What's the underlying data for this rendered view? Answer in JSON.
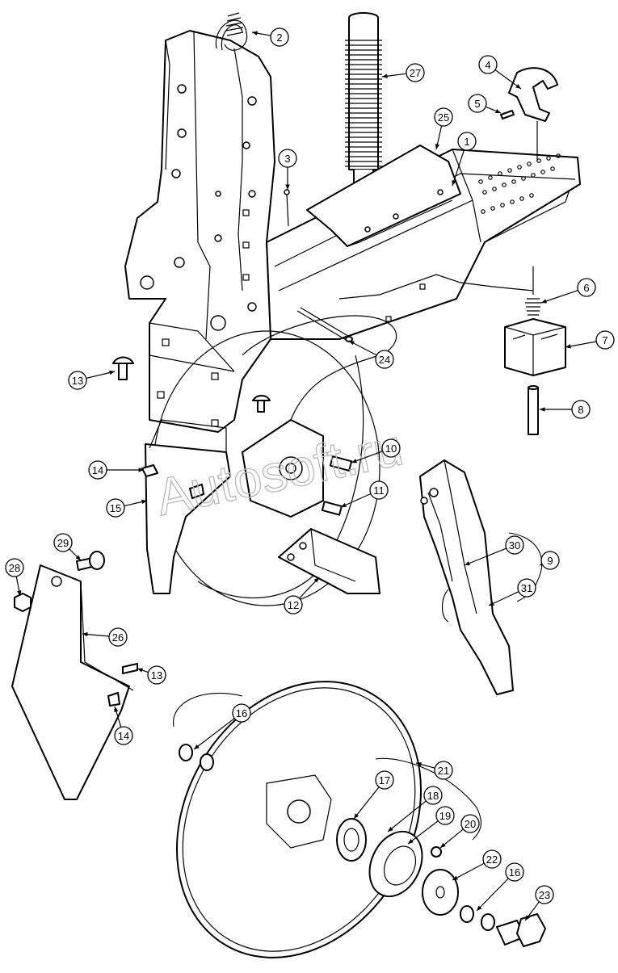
{
  "watermark": "Autosoft.ru",
  "callouts": [
    {
      "id": "1",
      "label": "1"
    },
    {
      "id": "2",
      "label": "2"
    },
    {
      "id": "3",
      "label": "3"
    },
    {
      "id": "4",
      "label": "4"
    },
    {
      "id": "5",
      "label": "5"
    },
    {
      "id": "6",
      "label": "6"
    },
    {
      "id": "7",
      "label": "7"
    },
    {
      "id": "8",
      "label": "8"
    },
    {
      "id": "9",
      "label": "9"
    },
    {
      "id": "10",
      "label": "10"
    },
    {
      "id": "11",
      "label": "11"
    },
    {
      "id": "12",
      "label": "12"
    },
    {
      "id": "13a",
      "label": "13"
    },
    {
      "id": "13b",
      "label": "13"
    },
    {
      "id": "14a",
      "label": "14"
    },
    {
      "id": "14b",
      "label": "14"
    },
    {
      "id": "15",
      "label": "15"
    },
    {
      "id": "16a",
      "label": "16"
    },
    {
      "id": "16b",
      "label": "16"
    },
    {
      "id": "17",
      "label": "17"
    },
    {
      "id": "18",
      "label": "18"
    },
    {
      "id": "19",
      "label": "19"
    },
    {
      "id": "20",
      "label": "20"
    },
    {
      "id": "21",
      "label": "21"
    },
    {
      "id": "22",
      "label": "22"
    },
    {
      "id": "23",
      "label": "23"
    },
    {
      "id": "24",
      "label": "24"
    },
    {
      "id": "25",
      "label": "25"
    },
    {
      "id": "26",
      "label": "26"
    },
    {
      "id": "27",
      "label": "27"
    },
    {
      "id": "28",
      "label": "28"
    },
    {
      "id": "29",
      "label": "29"
    },
    {
      "id": "30",
      "label": "30"
    },
    {
      "id": "31",
      "label": "31"
    }
  ]
}
